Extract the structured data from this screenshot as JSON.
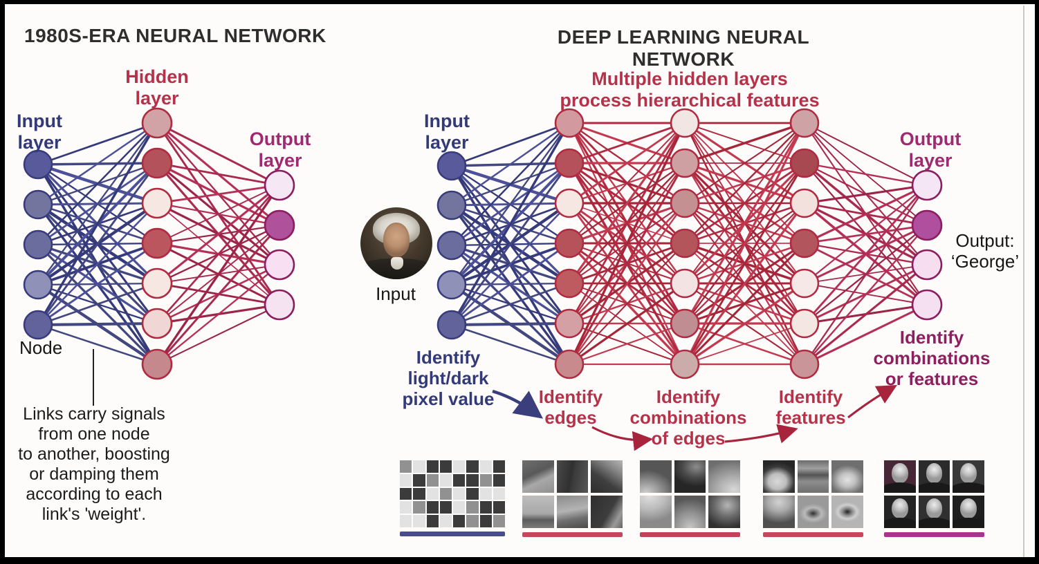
{
  "colors": {
    "frame": "#000000",
    "canvas_bg": "#fdfcfb",
    "title_text": "#2e2e2e",
    "blue_label": "#333a78",
    "red_label": "#b5334a",
    "magenta_label": "#8e2060",
    "output_label": "#a02a70",
    "edge_blue": [
      "#353a7a",
      "#42477f",
      "#4b5098"
    ],
    "edge_red": [
      "#b02a42",
      "#c23a50",
      "#a62639"
    ],
    "edge_magenta": [
      "#a82a4e",
      "#b53057",
      "#9c2448"
    ],
    "arrow_blue": "#3a3e7c",
    "arrow_red": "#a8243c",
    "pointer_line": "#222222",
    "page_edge_line": "#c9c9c9"
  },
  "left_panel": {
    "title": "1980S-ERA NEURAL NETWORK",
    "input_label": [
      "Input",
      "layer"
    ],
    "hidden_label": [
      "Hidden",
      "layer"
    ],
    "output_label": [
      "Output",
      "layer"
    ],
    "node_label": "Node",
    "caption": [
      "Links carry signals",
      "from one node",
      "to another, boosting",
      "or damping them",
      "according to each",
      "link's 'weight'."
    ],
    "network": {
      "layers": [
        {
          "name": "input",
          "stroke": "#383c7c",
          "fills": [
            "#585a9c",
            "#74759f",
            "#6b6d9e",
            "#8f91b9",
            "#62639a"
          ]
        },
        {
          "name": "hidden",
          "stroke": "#b02a40",
          "fills": [
            "#d2a3a6",
            "#b4525c",
            "#f6e7e3",
            "#bb565e",
            "#f6e7e3",
            "#f0d6d4",
            "#c5888c"
          ]
        },
        {
          "name": "output",
          "stroke": "#8c1d5e",
          "fills": [
            "#f6e7f4",
            "#b0519b",
            "#f8dff2",
            "#f6e3f2"
          ]
        }
      ]
    }
  },
  "right_panel": {
    "title": "DEEP LEARNING NEURAL NETWORK",
    "multi_hidden_label": [
      "Multiple hidden layers",
      "process hierarchical features"
    ],
    "input_label": [
      "Input",
      "layer"
    ],
    "output_label": [
      "Output",
      "layer"
    ],
    "portrait_label": "Input",
    "output_result": [
      "Output:",
      "‘George’"
    ],
    "steps": {
      "pixel": [
        "Identify",
        "light/dark",
        "pixel value"
      ],
      "edges": [
        "Identify",
        "edges"
      ],
      "combo_edges": [
        "Identify",
        "combinations",
        "of edges"
      ],
      "features": [
        "Identify",
        "features"
      ],
      "combo_features": [
        "Identify",
        "combinations",
        "or features"
      ]
    },
    "network": {
      "layers": [
        {
          "name": "input",
          "stroke": "#383c7c",
          "fills": [
            "#585a9c",
            "#74759f",
            "#6b6d9e",
            "#8f91b9",
            "#62639a"
          ]
        },
        {
          "name": "hidden1",
          "stroke": "#b02a40",
          "fills": [
            "#d2999e",
            "#b4515a",
            "#f6e7e3",
            "#b5525a",
            "#bd5b61",
            "#d4a0a4",
            "#c98a8e"
          ]
        },
        {
          "name": "hidden2",
          "stroke": "#b02a40",
          "fills": [
            "#f2e6e4",
            "#cfa0a2",
            "#c59092",
            "#b4555c",
            "#f3e3e3",
            "#c08e92",
            "#ccabab"
          ]
        },
        {
          "name": "hidden3",
          "stroke": "#b02a40",
          "fills": [
            "#cfa3a6",
            "#a84850",
            "#f3e1dd",
            "#b2555c",
            "#f5e8e6",
            "#f4e6e3",
            "#c99598"
          ]
        },
        {
          "name": "output",
          "stroke": "#8c1d5e",
          "fills": [
            "#f4e6f4",
            "#b04f9d",
            "#f6ddf0",
            "#f4e0f0"
          ]
        }
      ]
    }
  },
  "strips": {
    "checkerboard": {
      "palette": {
        "L": "#e2e2e2",
        "M": "#919191",
        "D": "#3b3b3b"
      },
      "rows": [
        "MLDDLDLD",
        "LDMLDDMD",
        "DDLMLDLL",
        "LMDDLMDD",
        "LLDLDMDM"
      ],
      "underline": "#484b8d"
    },
    "panels": [
      {
        "name": "edges",
        "tiles": [
          "edge-a",
          "edge-b",
          "edge-c",
          "edge-d",
          "edge-e",
          "edge-f"
        ],
        "underline": "#c4485c"
      },
      {
        "name": "edge-combinations",
        "tiles": [
          "combo-a",
          "combo-b",
          "combo-c",
          "combo-d",
          "combo-e",
          "combo-f"
        ],
        "underline": "#c0435a"
      },
      {
        "name": "features",
        "tiles": [
          "feat-a",
          "feat-b",
          "feat-c",
          "feat-d",
          "feat-e",
          "feat-f"
        ],
        "underline": "#c4485c"
      },
      {
        "name": "faces",
        "tiles": [
          "face-a",
          "face-b",
          "face-c",
          "face-d",
          "face-e",
          "face-f"
        ],
        "underline": "#a9348f"
      }
    ]
  }
}
